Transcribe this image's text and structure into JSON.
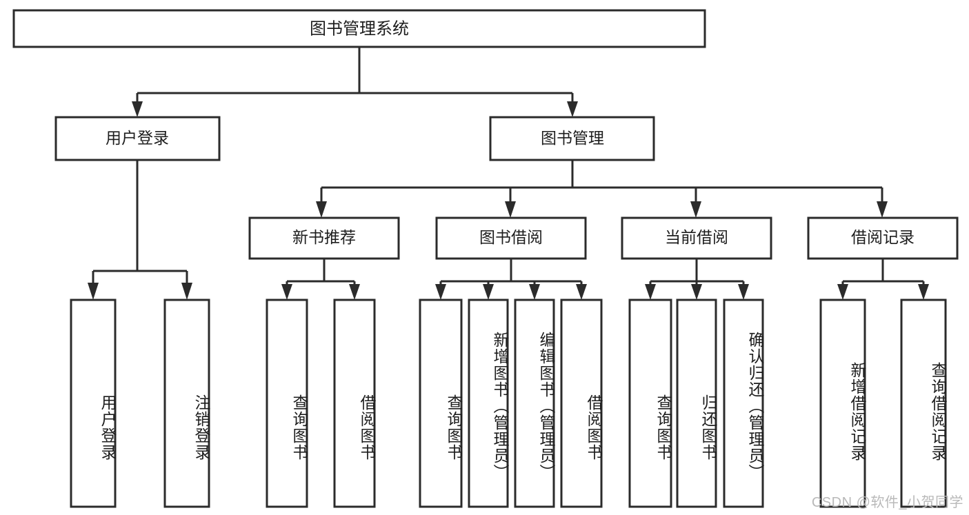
{
  "diagram": {
    "type": "tree-flowchart",
    "title_text": "图书管理系统",
    "orientation": "top-down",
    "colors": {
      "box_stroke": "#2b2b2b",
      "box_fill": "#ffffff",
      "text": "#1d1d1d",
      "background": "#ffffff",
      "watermark": "#b9b9b9"
    },
    "root": {
      "label": "图书管理系统"
    },
    "level2": [
      {
        "label": "用户登录"
      },
      {
        "label": "图书管理"
      }
    ],
    "level3": [
      {
        "label": "新书推荐"
      },
      {
        "label": "图书借阅"
      },
      {
        "label": "当前借阅"
      },
      {
        "label": "借阅记录"
      }
    ],
    "leaves": {
      "user_login": [
        {
          "label": "用户登录"
        },
        {
          "label": "注销登录"
        }
      ],
      "new_book_recommend": [
        {
          "label": "查询图书"
        },
        {
          "label": "借阅图书"
        }
      ],
      "book_borrow": [
        {
          "label": "查询图书"
        },
        {
          "label": "新增图书（管理员）"
        },
        {
          "label": "编辑图书（管理员）"
        },
        {
          "label": "借阅图书"
        }
      ],
      "current_borrow": [
        {
          "label": "查询图书"
        },
        {
          "label": "归还图书"
        },
        {
          "label": "确认归还（管理员）"
        }
      ],
      "borrow_records": [
        {
          "label": "新增借阅记录"
        },
        {
          "label": "查询借阅记录"
        }
      ]
    }
  },
  "watermark": {
    "text": "CSDN @软件_小贺同学"
  }
}
